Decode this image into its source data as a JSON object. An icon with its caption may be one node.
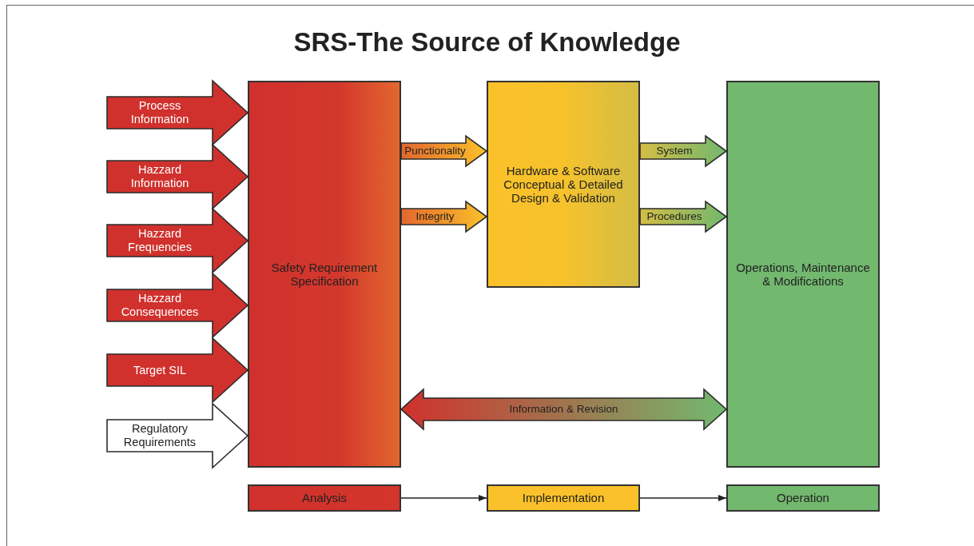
{
  "diagram": {
    "title": "SRS-The Source of Knowledge",
    "nodes": [
      {
        "text": [
          "Safety Requirement Specification"
        ]
      },
      {
        "text": [
          "Hardware & Software Conceptual & Detailed Design & Validation"
        ]
      },
      {
        "text": [
          "Operations, Maintenance & Modifications"
        ]
      },
      {
        "text": [
          "Analysis"
        ]
      },
      {
        "text": [
          "Implementation"
        ]
      },
      {
        "text": [
          "Operation"
        ]
      }
    ],
    "edges": [
      {
        "from": null,
        "to": 0,
        "arrow": "to",
        "label": "Process Information",
        "style": "thick",
        "color": "#d0312d"
      },
      {
        "from": null,
        "to": 0,
        "arrow": "to",
        "label": "Hazzard Information",
        "style": "thick",
        "color": "#d0312d"
      },
      {
        "from": null,
        "to": 0,
        "arrow": "to",
        "label": "Hazzard Frequencies",
        "style": "thick",
        "color": "#d0312d"
      },
      {
        "from": null,
        "to": 0,
        "arrow": "to",
        "label": "Hazzard Consequences",
        "style": "thick",
        "color": "#d0312d"
      },
      {
        "from": null,
        "to": 0,
        "arrow": "to",
        "label": "Target SIL",
        "style": "thick",
        "color": "#d0312d"
      },
      {
        "from": null,
        "to": 0,
        "arrow": "to",
        "label": "Regulatory Requirements",
        "style": "thick",
        "color": "#ffffff"
      },
      {
        "from": 0,
        "to": 1,
        "arrow": "to",
        "label": "Punctionality",
        "style": "thick",
        "color": "#e2672e"
      },
      {
        "from": 0,
        "to": 1,
        "arrow": "to",
        "label": "Integrity",
        "style": "thick",
        "color": "#e2672e"
      },
      {
        "from": 1,
        "to": 2,
        "arrow": "to",
        "label": "System",
        "style": "thick",
        "color": "#d4bd44"
      },
      {
        "from": 1,
        "to": 2,
        "arrow": "to",
        "label": "Procedures",
        "style": "thick",
        "color": "#d4bd44"
      },
      {
        "from": 0,
        "to": 2,
        "arrow": "both",
        "label": "Information & Revision",
        "style": "thick",
        "color": "#d0312d"
      },
      {
        "from": 3,
        "to": 4,
        "arrow": "to"
      },
      {
        "from": 4,
        "to": 5,
        "arrow": "to"
      }
    ]
  }
}
